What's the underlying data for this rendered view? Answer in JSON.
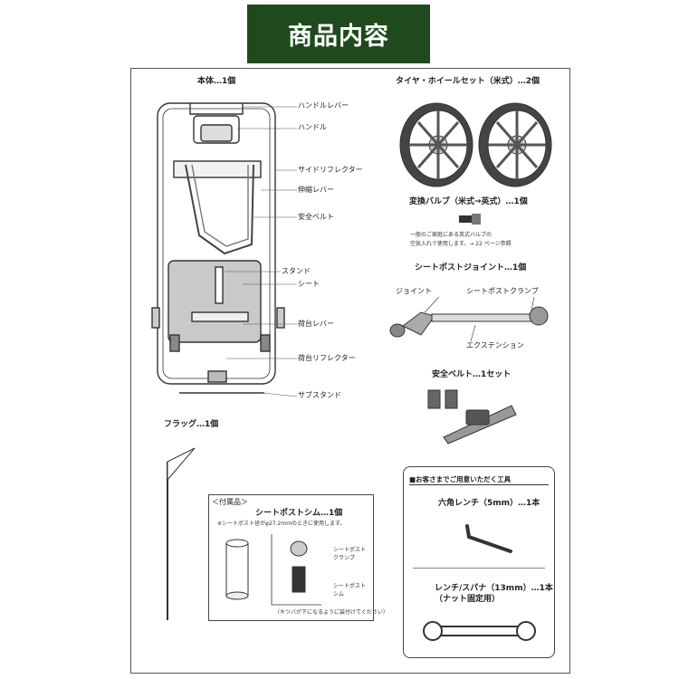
{
  "header": {
    "title": "商品内容"
  },
  "body_section": {
    "title": "本体…1個",
    "labels": {
      "handle_lever": "ハンドルレバー",
      "handle": "ハンドル",
      "side_reflector": "サイドリフレクター",
      "telescopic_lever": "伸縮レバー",
      "safety_belt": "安全ベルト",
      "stand": "スタンド",
      "seat": "シート",
      "carrier_lever": "荷台レバー",
      "carrier_reflector": "荷台リフレクター",
      "sub_stand": "サブスタンド"
    }
  },
  "tire_section": {
    "title": "タイヤ・ホイールセット（米式）…2個"
  },
  "valve_section": {
    "title": "変換バルブ（米式→英式）…1個",
    "note_line1": "一般のご家庭にある英式バルブの",
    "note_line2": "空気入れで使用します。→ 22 ページ参照"
  },
  "joint_section": {
    "title": "シートポストジョイント…1個",
    "labels": {
      "joint": "ジョイント",
      "clamp": "シートポストクランプ",
      "extension": "エクステンション"
    }
  },
  "belt_section": {
    "title": "安全ベルト…1セット"
  },
  "flag_section": {
    "title": "フラッグ…1個"
  },
  "shim_section": {
    "accessory": "＜付属品＞",
    "title": "シートポストシム…1個",
    "note": "※シートポスト径がφ27.2mmのときに使用します。",
    "label_clamp_1": "シートポスト",
    "label_clamp_2": "クランプ",
    "label_shim_1": "シートポスト",
    "label_shim_2": "シム",
    "caption": "（キツバが下になるように装付けてください）"
  },
  "tools_section": {
    "title": "■お客さまでご用意いただく工具",
    "hex_wrench": "六角レンチ（5mm）…1本",
    "spanner_line1": "レンチ/スパナ（13mm）…1本",
    "spanner_line2": "（ナット固定用）"
  },
  "colors": {
    "header_bg": "#1f4a1d",
    "header_text": "#ffffff",
    "line": "#333333"
  }
}
